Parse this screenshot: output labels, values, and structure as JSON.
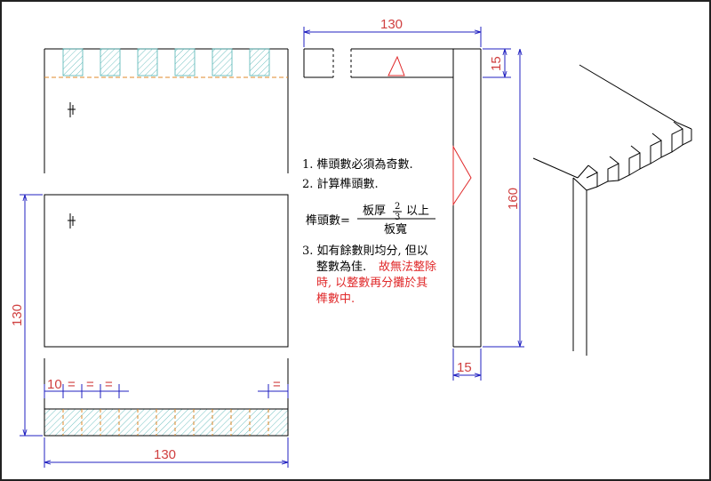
{
  "colors": {
    "outline": "#000000",
    "dimension_line": "#2020c0",
    "dimension_text": "#d04040",
    "hatch": "#4fb3b3",
    "center_line": "#e08a2a",
    "note_red": "#e0292a",
    "border": "#222222"
  },
  "dimensions": {
    "top_width": "130",
    "top_thickness": "15",
    "side_height": "160",
    "side_thickness": "15",
    "left_height": "130",
    "bottom_width": "130",
    "pin_width": "10",
    "equal_mark": "="
  },
  "notes": {
    "n1": "1. 榫頭數必須為奇數.",
    "n2": "2. 計算榫頭數.",
    "formula_lhs": "榫頭數=",
    "formula_num": "板厚",
    "formula_frac_top": "2",
    "formula_frac_bot": "3",
    "formula_suffix": "以上",
    "formula_den": "板寬",
    "n3_line1": "3. 如有餘數則均分, 但以",
    "n3_line2": "整數為佳.",
    "n3_line2_red": "故無法整除",
    "n3_line3": "時, 以整數再分攤於其",
    "n3_line4": "榫數中."
  }
}
